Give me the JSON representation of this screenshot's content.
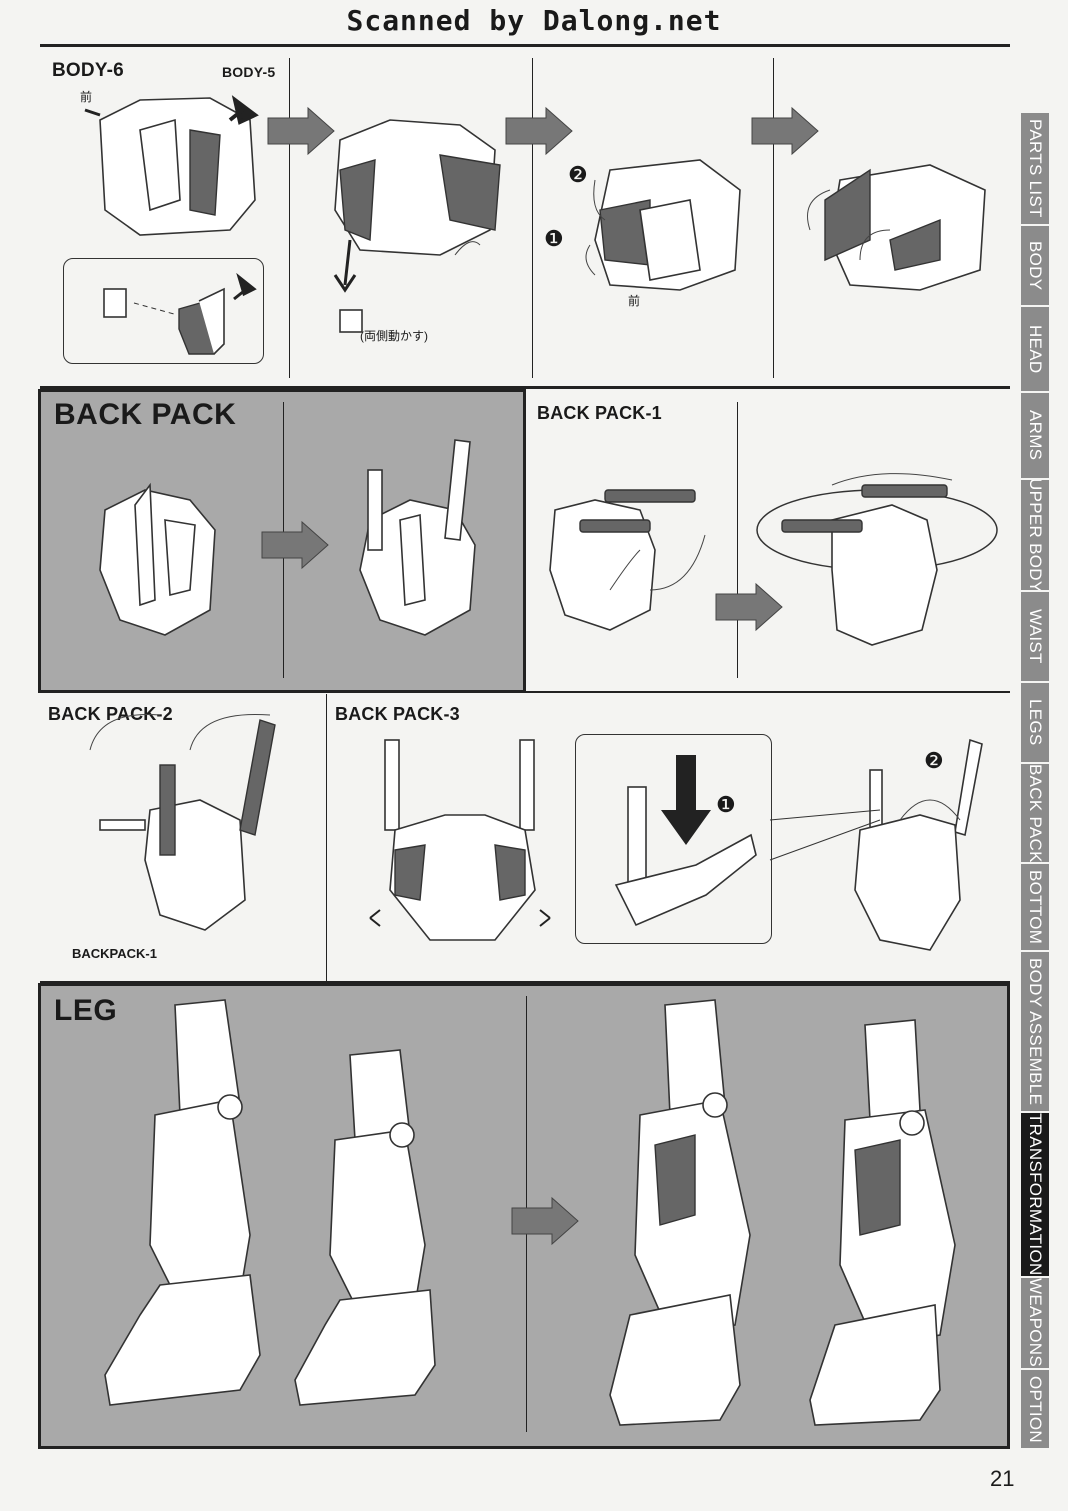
{
  "watermark": "Scanned by Dalong.net",
  "page_number": "21",
  "sections": {
    "body6": {
      "label": "BODY-6",
      "sub_label": "BODY-5",
      "front_mark": "前",
      "front_mark_2": "前",
      "note": "(両側動かす)"
    },
    "back_pack": {
      "label": "BACK PACK"
    },
    "back_pack_1": {
      "label": "BACK PACK-1"
    },
    "back_pack_2": {
      "label": "BACK PACK-2",
      "part_ref": "BACKPACK-1"
    },
    "back_pack_3": {
      "label": "BACK PACK-3"
    },
    "leg": {
      "label": "LEG"
    }
  },
  "step_marks": [
    "❶",
    "❷",
    "❶",
    "❷"
  ],
  "sidebar": {
    "tabs": [
      {
        "label": "PARTS LIST",
        "active": false
      },
      {
        "label": "BODY",
        "active": false
      },
      {
        "label": "HEAD",
        "active": false
      },
      {
        "label": "ARMS",
        "active": false
      },
      {
        "label": "UPPER BODY",
        "active": false
      },
      {
        "label": "WAIST",
        "active": false
      },
      {
        "label": "LEGS",
        "active": false
      },
      {
        "label": "BACK PACK",
        "active": false
      },
      {
        "label": "BOTTOM",
        "active": false
      },
      {
        "label": "BODY ASSEMBLE",
        "active": false
      },
      {
        "label": "TRANSFORMATION",
        "active": true
      },
      {
        "label": "WEAPONS",
        "active": false
      },
      {
        "label": "OPTION",
        "active": false
      }
    ]
  }
}
